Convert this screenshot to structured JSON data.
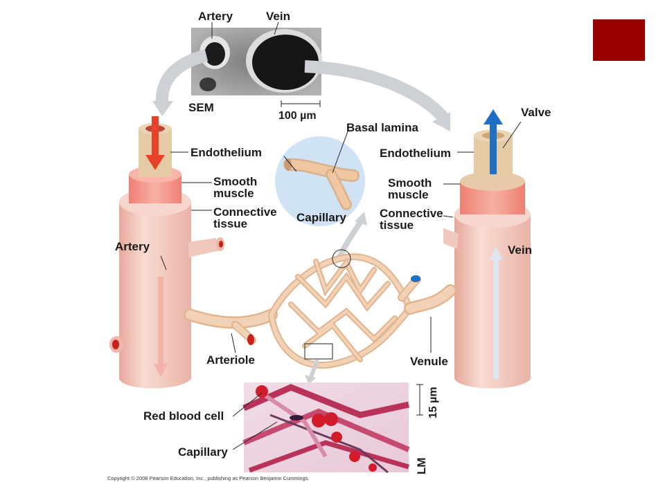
{
  "colors": {
    "accent_square": "#9b0000",
    "vessel_skin": "#f4cfc4",
    "vessel_shade": "#e6a89a",
    "muscle": "#f1958a",
    "capillary": "#efc7a3",
    "artery_arrow": "#e8422a",
    "vein_arrow": "#1f6fc4",
    "bubble": "#cfe3f4",
    "gray_arrow": "#cfd2d6"
  },
  "labels": {
    "sem_artery": "Artery",
    "sem_vein": "Vein",
    "sem": "SEM",
    "sem_scale": "100 µm",
    "basal_lamina": "Basal lamina",
    "capillary_inset": "Capillary",
    "endothelium_left": "Endothelium",
    "smooth_muscle_left_1": "Smooth",
    "smooth_muscle_left_2": "muscle",
    "connective_left_1": "Connective",
    "connective_left_2": "tissue",
    "artery": "Artery",
    "arteriole": "Arteriole",
    "valve": "Valve",
    "endothelium_right": "Endothelium",
    "smooth_muscle_right_1": "Smooth",
    "smooth_muscle_right_2": "muscle",
    "connective_right_1": "Connective",
    "connective_right_2": "tissue",
    "vein": "Vein",
    "venule": "Venule",
    "red_blood_cell": "Red blood cell",
    "capillary_lm": "Capillary",
    "lm_scale": "15 µm",
    "lm": "LM"
  },
  "copyright": "Copyright © 2008 Pearson Education, Inc., publishing as Pearson Benjamin Cummings."
}
